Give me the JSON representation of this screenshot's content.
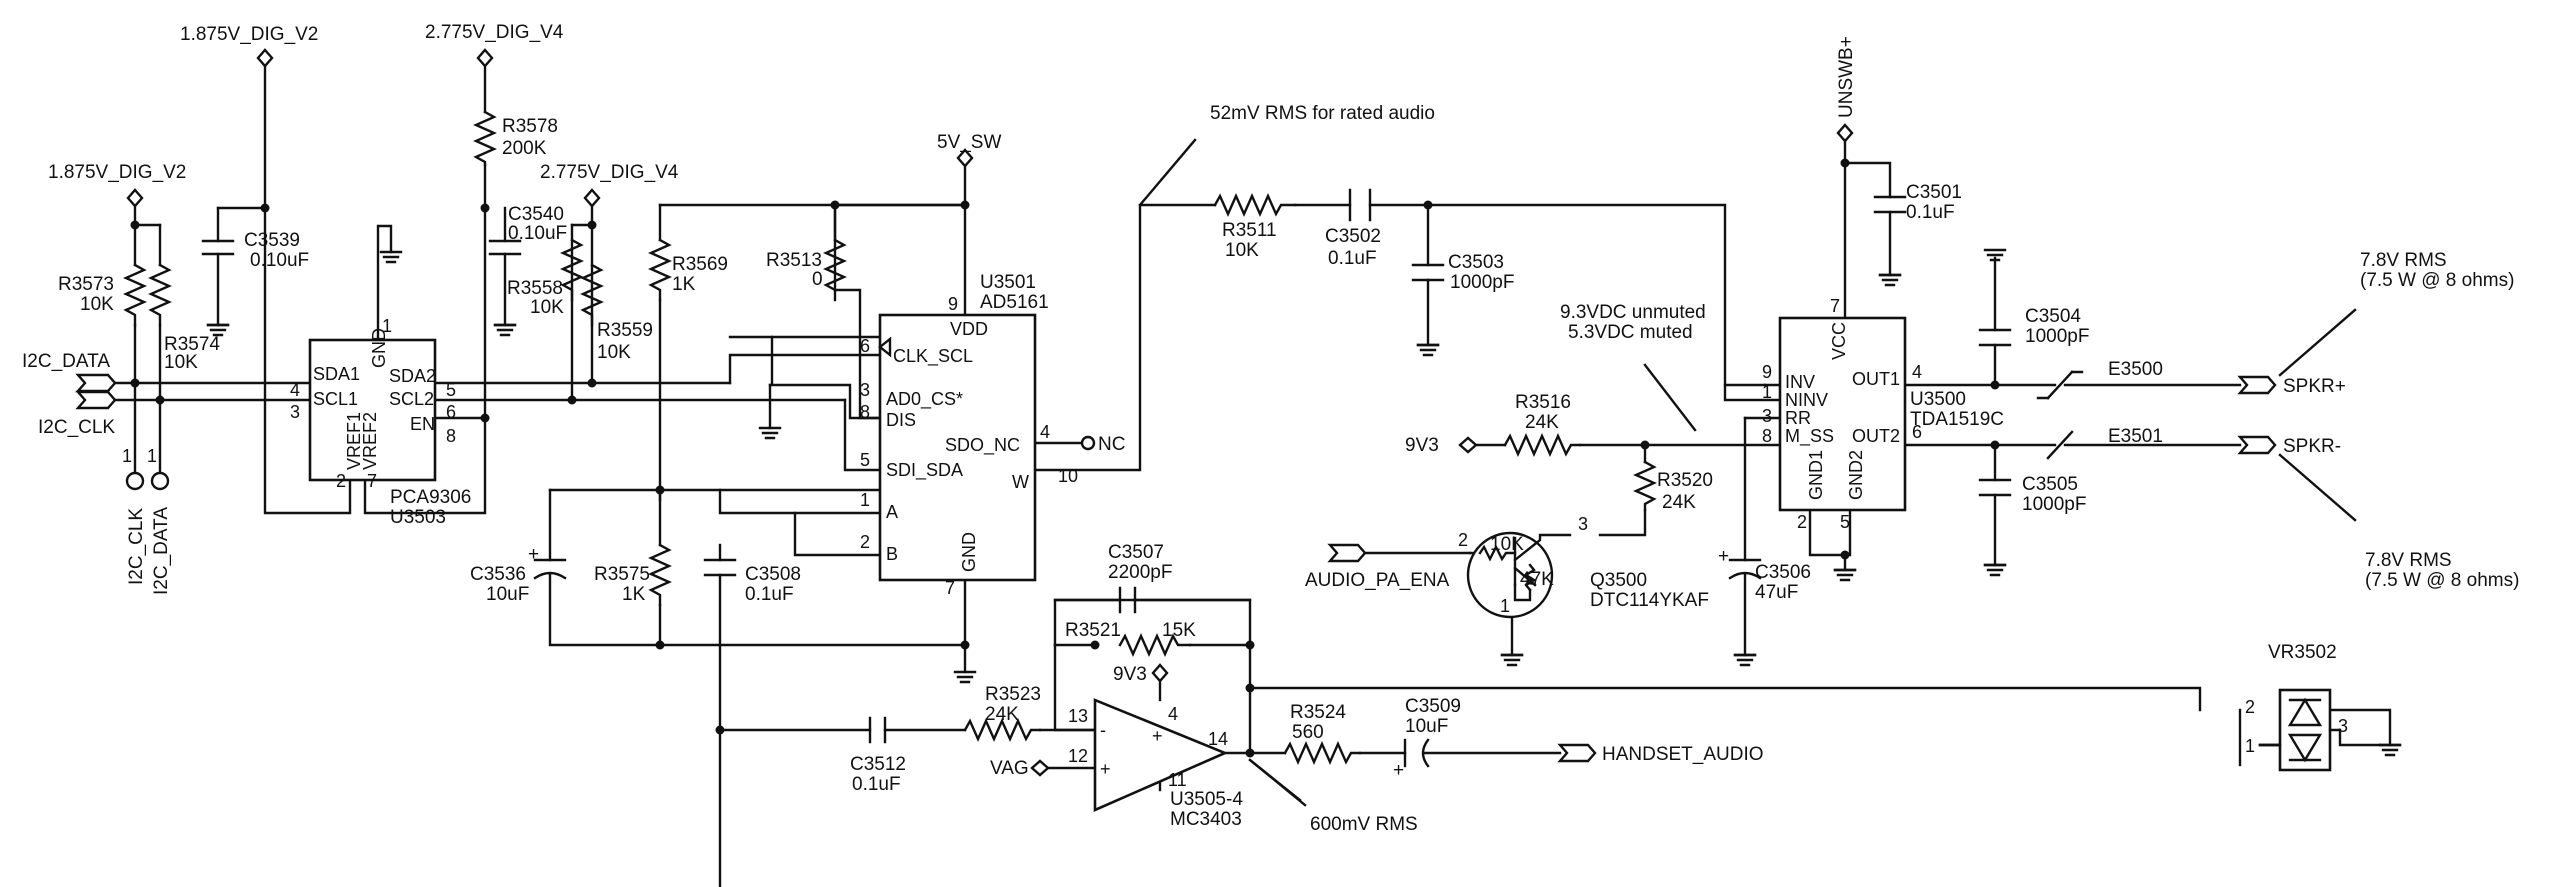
{
  "rails": {
    "v1875_top": "1.875V_DIG_V2",
    "v2775_top": "2.775V_DIG_V4",
    "v1875_left": "1.875V_DIG_V2",
    "v2775_mid": "2.775V_DIG_V4",
    "v5": "5V_SW",
    "unswb": "UNSWB+",
    "v9v3_a": "9V3",
    "v9v3_b": "9V3",
    "vag": "VAG"
  },
  "signals": {
    "i2c_data": "I2C_DATA",
    "i2c_clk": "I2C_CLK",
    "i2c_clk_v": "I2C_CLK",
    "i2c_data_v": "I2C_DATA",
    "audio_pa_ena": "AUDIO_PA_ENA",
    "handset_audio": "HANDSET_AUDIO",
    "spkr_p": "SPKR+",
    "spkr_n": "SPKR-",
    "nc": "NC"
  },
  "annotations": {
    "rms52": "52mV RMS for rated audio",
    "v93a": "9.3VDC unmuted",
    "v93b": "5.3VDC muted",
    "w78a1": "7.8V RMS",
    "w78a2": "(7.5 W @ 8 ohms)",
    "w78b1": "7.8V RMS",
    "w78b2": "(7.5 W @ 8 ohms)",
    "rms600": "600mV RMS"
  },
  "components": {
    "r3573": {
      "ref": "R3573",
      "value": "10K"
    },
    "r3574": {
      "ref": "R3574",
      "value": "10K"
    },
    "c3539": {
      "ref": "C3539",
      "value": "0.10uF"
    },
    "r3578": {
      "ref": "R3578",
      "value": "200K"
    },
    "c3540": {
      "ref": "C3540",
      "value": "0.10uF"
    },
    "r3558": {
      "ref": "R3558",
      "value": "10K"
    },
    "r3559": {
      "ref": "R3559",
      "value": "10K"
    },
    "r3569": {
      "ref": "R3569",
      "value": "1K"
    },
    "r3513": {
      "ref": "R3513",
      "value": "0"
    },
    "r3575": {
      "ref": "R3575",
      "value": "1K"
    },
    "c3536": {
      "ref": "C3536",
      "value": "10uF"
    },
    "c3508": {
      "ref": "C3508",
      "value": "0.1uF"
    },
    "r3511": {
      "ref": "R3511",
      "value": "10K"
    },
    "c3502": {
      "ref": "C3502",
      "value": "0.1uF"
    },
    "c3503": {
      "ref": "C3503",
      "value": "1000pF"
    },
    "c3501": {
      "ref": "C3501",
      "value": "0.1uF"
    },
    "c3504": {
      "ref": "C3504",
      "value": "1000pF"
    },
    "c3505": {
      "ref": "C3505",
      "value": "1000pF"
    },
    "r3516": {
      "ref": "R3516",
      "value": "24K"
    },
    "r3520": {
      "ref": "R3520",
      "value": "24K"
    },
    "c3506": {
      "ref": "C3506",
      "value": "47uF"
    },
    "q3500": {
      "ref": "Q3500",
      "value": "DTC114YKAF",
      "r1": "10K",
      "r2": "47K"
    },
    "c3507": {
      "ref": "C3507",
      "value": "2200pF"
    },
    "r3521": {
      "ref": "R3521",
      "value": "15K"
    },
    "r3523": {
      "ref": "R3523",
      "value": "24K"
    },
    "c3512": {
      "ref": "C3512",
      "value": "0.1uF"
    },
    "r3524": {
      "ref": "R3524",
      "value": "560"
    },
    "c3509": {
      "ref": "C3509",
      "value": "10uF"
    },
    "e3500": {
      "ref": "E3500"
    },
    "e3501": {
      "ref": "E3501"
    },
    "vr3502": {
      "ref": "VR3502"
    }
  },
  "u3503": {
    "ref": "U3503",
    "part": "PCA9306",
    "pins": {
      "sda1": "SDA1",
      "scl1": "SCL1",
      "sda2": "SDA2",
      "scl2": "SCL2",
      "en": "EN",
      "gnd": "GND",
      "vref1": "VREF1",
      "vref2": "VREF2"
    },
    "nums": {
      "p1": "1",
      "p2": "2",
      "p3": "3",
      "p4": "4",
      "p5": "5",
      "p6": "6",
      "p7": "7",
      "p8": "8"
    }
  },
  "u3501": {
    "ref": "U3501",
    "part": "AD5161",
    "pins": {
      "vdd": "VDD",
      "clk": "CLK_SCL",
      "ad0": "AD0_CS*",
      "dis": "DIS",
      "sdo": "SDO_NC",
      "sdi": "SDI_SDA",
      "w": "W",
      "a": "A",
      "b": "B",
      "gnd": "GND"
    },
    "nums": {
      "p9": "9",
      "p6": "6",
      "p3": "3",
      "p8": "8",
      "p4": "4",
      "p10": "10",
      "p5": "5",
      "p1": "1",
      "p2": "2",
      "p7": "7"
    }
  },
  "u3500": {
    "ref": "U3500",
    "part": "TDA1519C",
    "pins": {
      "vcc": "VCC",
      "inv": "INV",
      "ninv": "NINV",
      "rr": "RR",
      "mss": "M_SS",
      "out1": "OUT1",
      "out2": "OUT2",
      "gnd1": "GND1",
      "gnd2": "GND2"
    },
    "nums": {
      "p7": "7",
      "p9": "9",
      "p1": "1",
      "p3": "3",
      "p8": "8",
      "p4": "4",
      "p6": "6",
      "p2": "2",
      "p5": "5"
    }
  },
  "u3505": {
    "ref": "U3505-4",
    "part": "MC3403",
    "nums": {
      "p13": "13",
      "p12": "12",
      "p4": "4",
      "p14": "14",
      "p11": "11"
    },
    "minus": "-",
    "plus": "+",
    "pwr_plus": "+"
  },
  "q3500_pins": {
    "p1": "1",
    "p2": "2",
    "p3": "3"
  },
  "vr3502_pins": {
    "p1": "1",
    "p2": "2",
    "p3": "3"
  },
  "connectors": {
    "p1": "1",
    "p2": "1"
  },
  "cap_marks": {
    "c3536": "+",
    "c3506": "+",
    "c3509": "+"
  }
}
